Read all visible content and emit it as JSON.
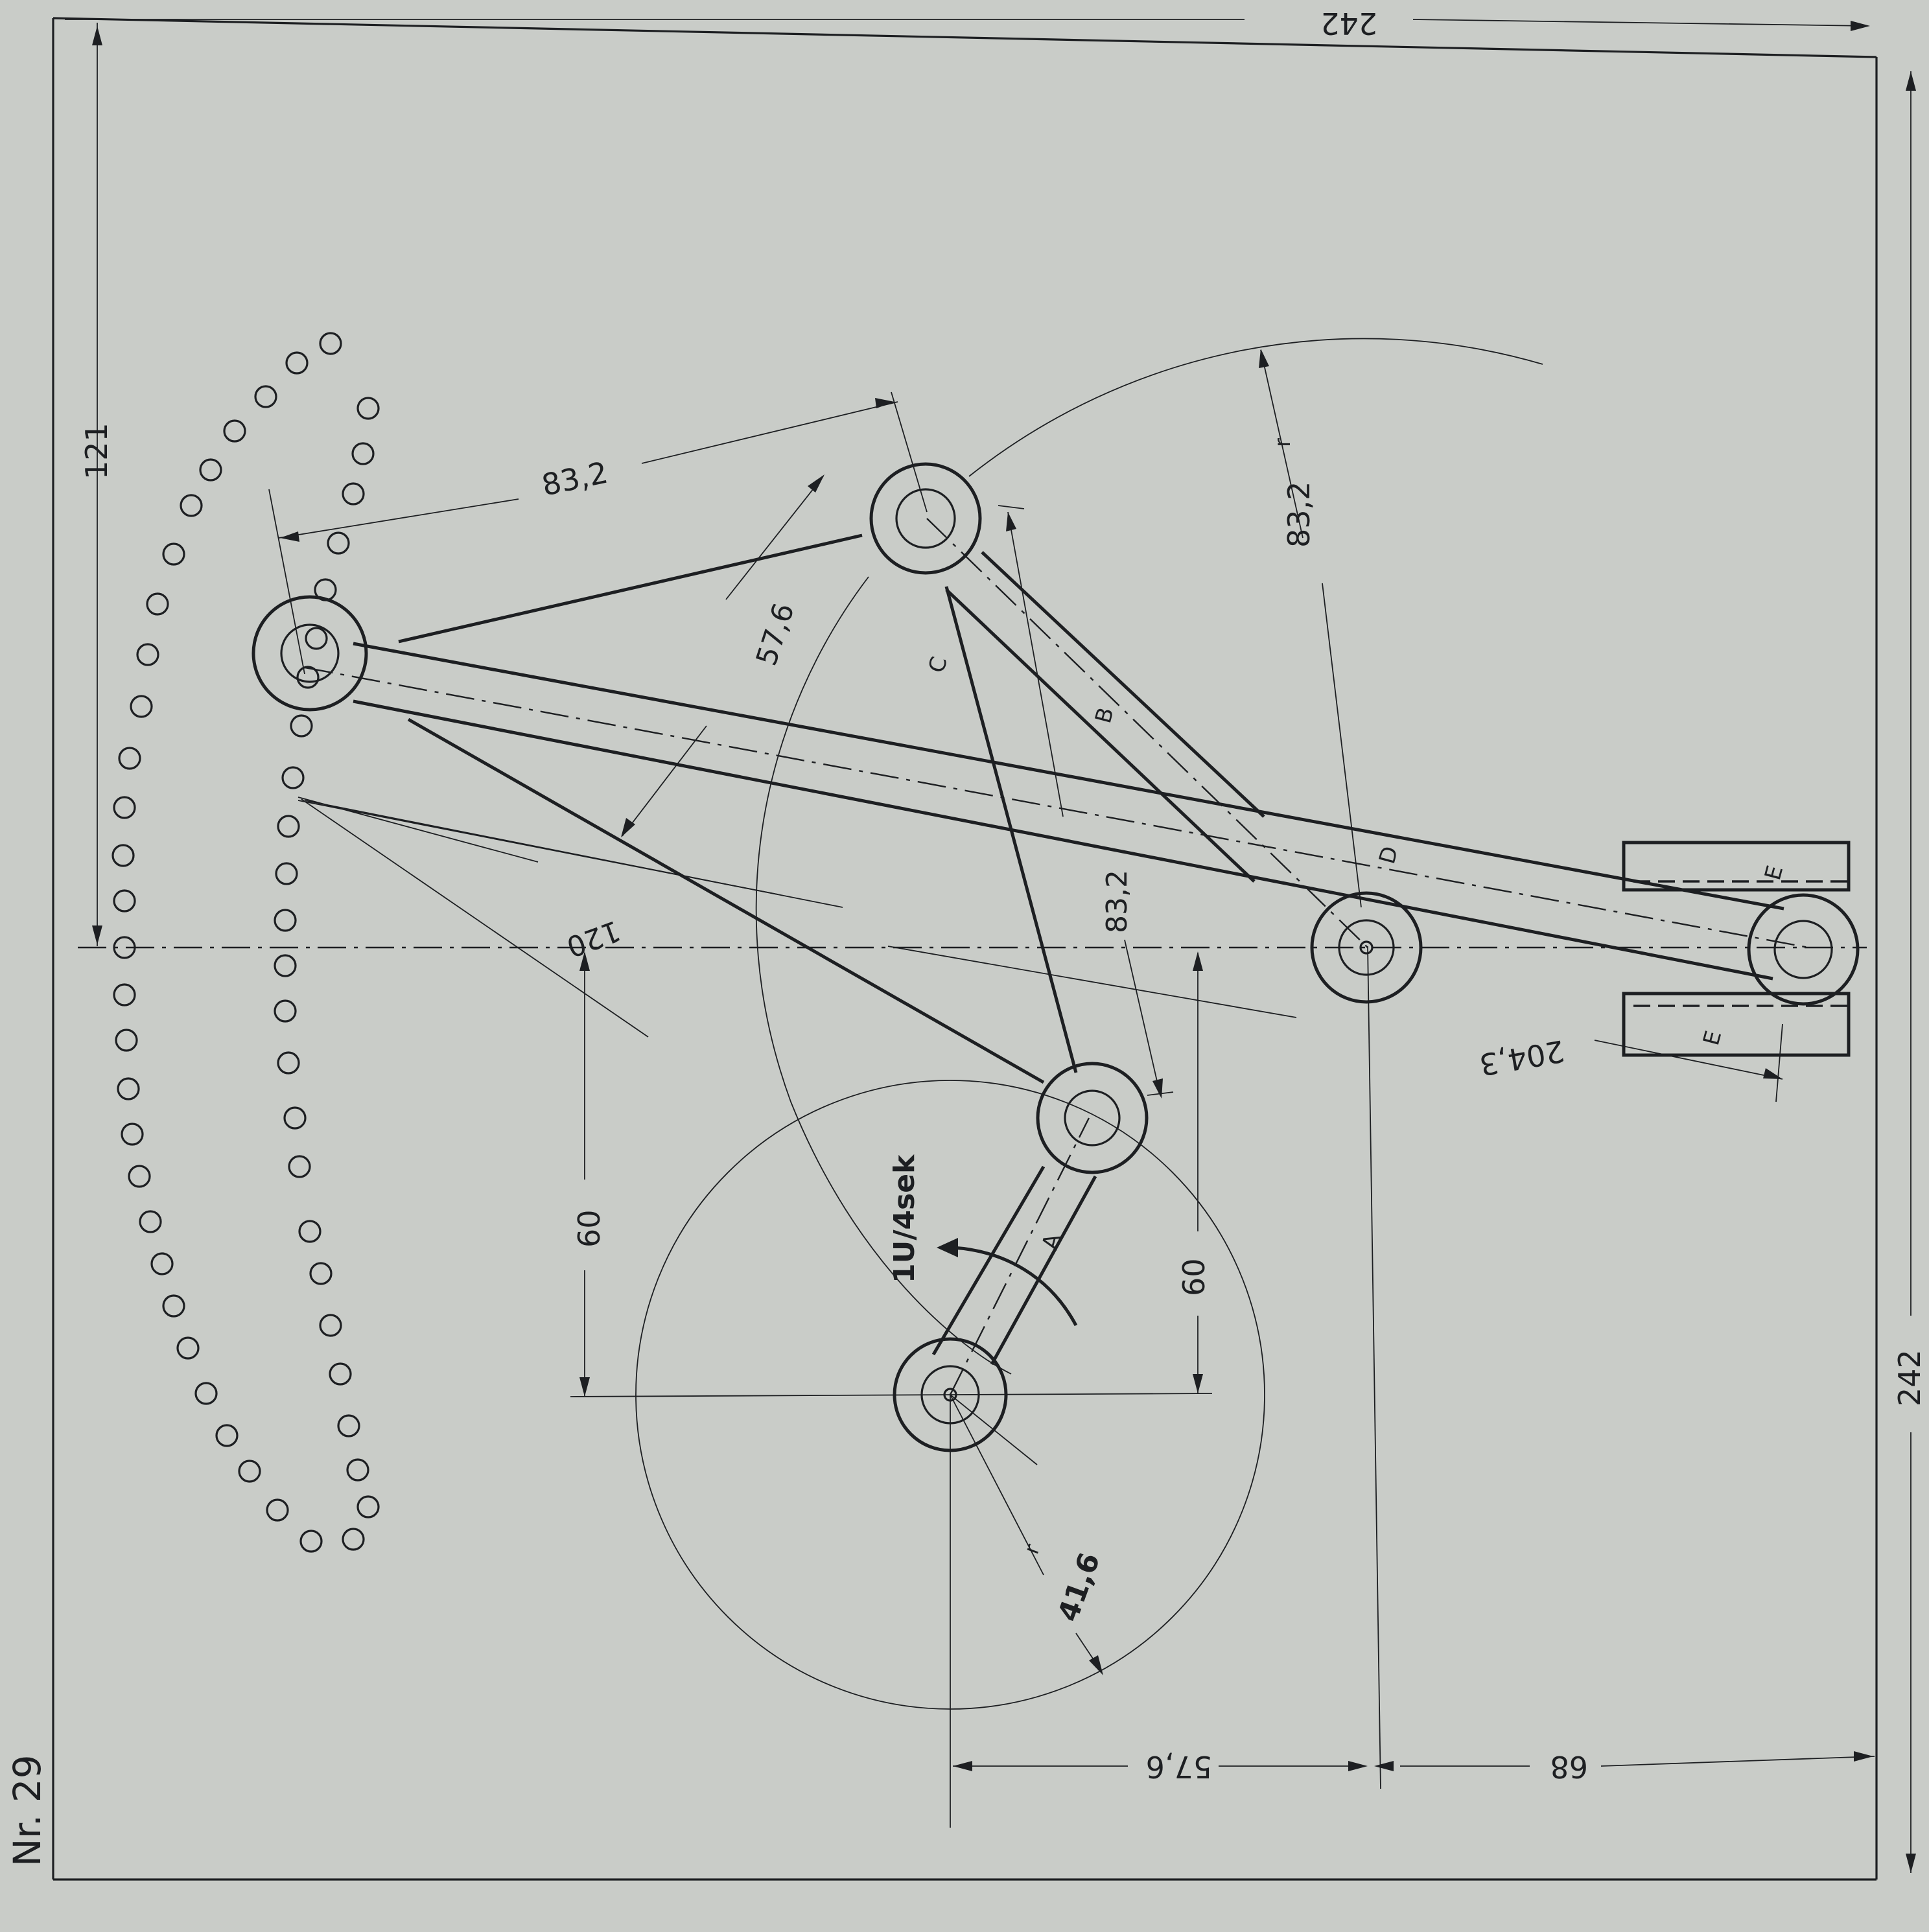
{
  "drawing": {
    "sheet_number": "Nr. 29",
    "speed_label": "1U/4sek",
    "colors": {
      "paper": "#c9ccc8",
      "ink": "#1d1f22"
    },
    "link_labels": {
      "a": "A",
      "b": "B",
      "c": "C",
      "d": "D",
      "e_top": "E",
      "e_bottom": "E"
    },
    "dimensions": {
      "width_top": "242",
      "width_right": "242",
      "height_left": "121",
      "link_length_top": "83,2",
      "radius_large": "83,2",
      "radius_large_sup": "r",
      "link_mid": "83,2",
      "coupler_dist": "57,6",
      "coupler_len": "120",
      "rocker_len": "204,3",
      "crank_offset_left": "60",
      "crank_offset_right": "60",
      "crank_radius": "41,6",
      "crank_radius_sup": "r",
      "bottom_left": "57,6",
      "bottom_right": "68"
    }
  }
}
